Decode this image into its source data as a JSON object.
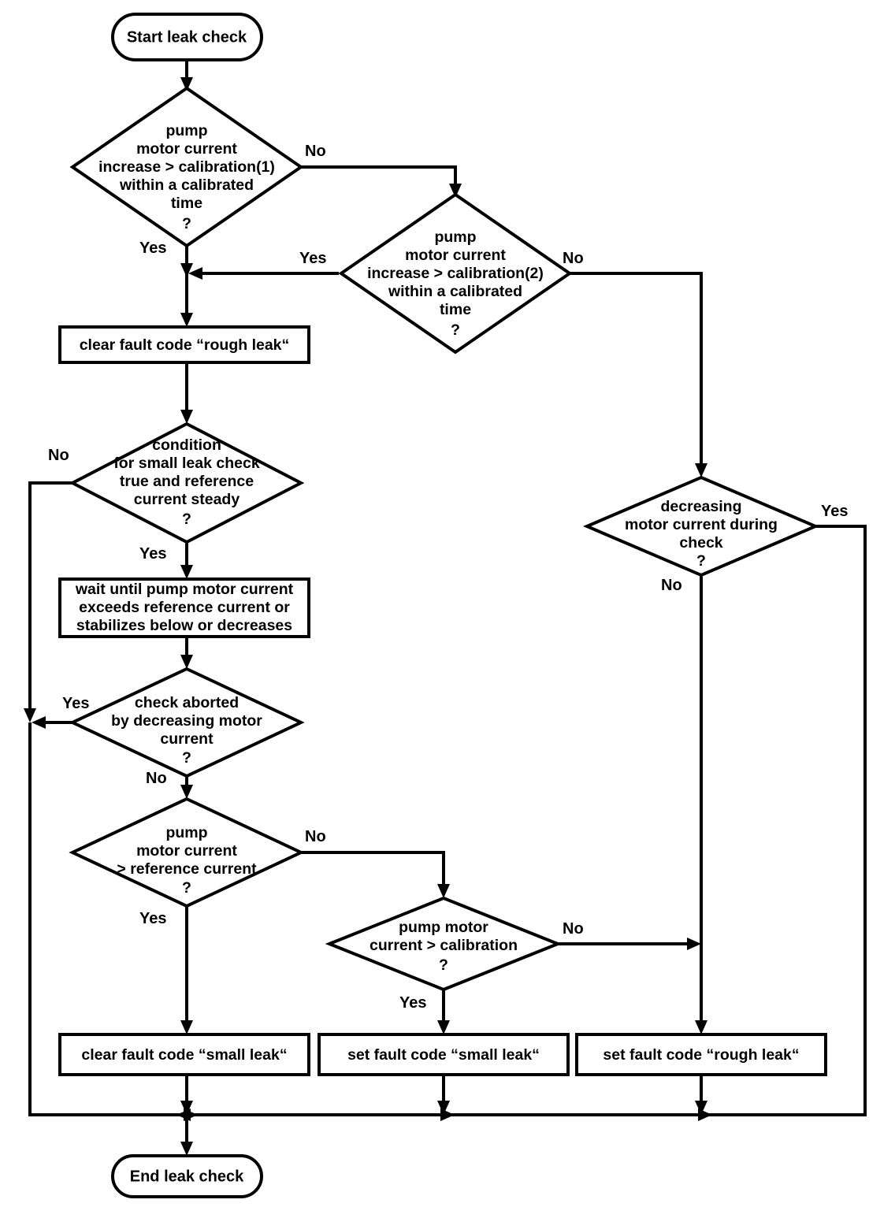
{
  "diagram": {
    "title": "Leak check flowchart",
    "type": "flowchart",
    "stroke_color": "#000000",
    "fill_color": "#ffffff",
    "nodes": {
      "start": {
        "kind": "terminator",
        "label": "Start leak check"
      },
      "end": {
        "kind": "terminator",
        "label": "End leak check"
      },
      "d1": {
        "kind": "decision",
        "lines": [
          "pump",
          "motor current",
          "increase > calibration(1)",
          "within a calibrated",
          "time",
          "?"
        ],
        "yes_label": "Yes",
        "no_label": "No"
      },
      "d2": {
        "kind": "decision",
        "lines": [
          "pump",
          "motor current",
          "increase > calibration(2)",
          "within a calibrated",
          "time",
          "?"
        ],
        "yes_label": "Yes",
        "no_label": "No"
      },
      "p1": {
        "kind": "process",
        "lines": [
          "clear fault code “rough leak“"
        ]
      },
      "d3": {
        "kind": "decision",
        "lines": [
          "condition",
          "for small leak check",
          "true and reference",
          "current steady",
          "?"
        ],
        "yes_label": "Yes",
        "no_label": "No"
      },
      "p2": {
        "kind": "process",
        "lines": [
          "wait until pump motor current",
          "exceeds reference current or",
          "stabilizes below or decreases"
        ]
      },
      "d4": {
        "kind": "decision",
        "lines": [
          "check aborted",
          "by decreasing motor",
          "current",
          "?"
        ],
        "yes_label": "Yes",
        "no_label": "No"
      },
      "d5": {
        "kind": "decision",
        "lines": [
          "pump",
          "motor current",
          "> reference current",
          "?"
        ],
        "yes_label": "Yes",
        "no_label": "No"
      },
      "d6": {
        "kind": "decision",
        "lines": [
          "decreasing",
          "motor current during",
          "check",
          "?"
        ],
        "yes_label": "Yes",
        "no_label": "No"
      },
      "d7": {
        "kind": "decision",
        "lines": [
          "pump motor",
          "current > calibration",
          "?"
        ],
        "yes_label": "Yes",
        "no_label": "No"
      },
      "p3": {
        "kind": "process",
        "lines": [
          "clear fault code “small leak“"
        ]
      },
      "p4": {
        "kind": "process",
        "lines": [
          "set fault code “small leak“"
        ]
      },
      "p5": {
        "kind": "process",
        "lines": [
          "set fault code “rough leak“"
        ]
      }
    },
    "edge_labels": {
      "d1_no": "No",
      "d1_yes": "Yes",
      "d2_yes": "Yes",
      "d2_no": "No",
      "d3_no": "No",
      "d3_yes": "Yes",
      "d4_yes": "Yes",
      "d4_no": "No",
      "d5_no": "No",
      "d5_yes": "Yes",
      "d6_yes": "Yes",
      "d6_no": "No",
      "d7_no": "No",
      "d7_yes": "Yes"
    }
  }
}
